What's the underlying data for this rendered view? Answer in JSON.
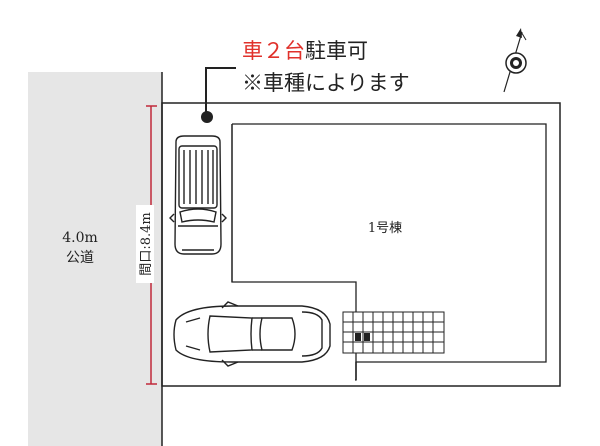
{
  "annotation": {
    "red_part": "車２台",
    "black_part": "駐車可",
    "line2": "※車種によります"
  },
  "road": {
    "width": "4.0m",
    "type": "公道"
  },
  "frontage": "間口:8.4m",
  "building": "1号棟",
  "colors": {
    "accent_red": "#e0312b",
    "road_fill": "#e6e6e6",
    "line": "#222222"
  },
  "icons": [
    "north-arrow-icon",
    "suv-top-view-icon",
    "sedan-top-view-icon",
    "stairs-grid-icon"
  ]
}
